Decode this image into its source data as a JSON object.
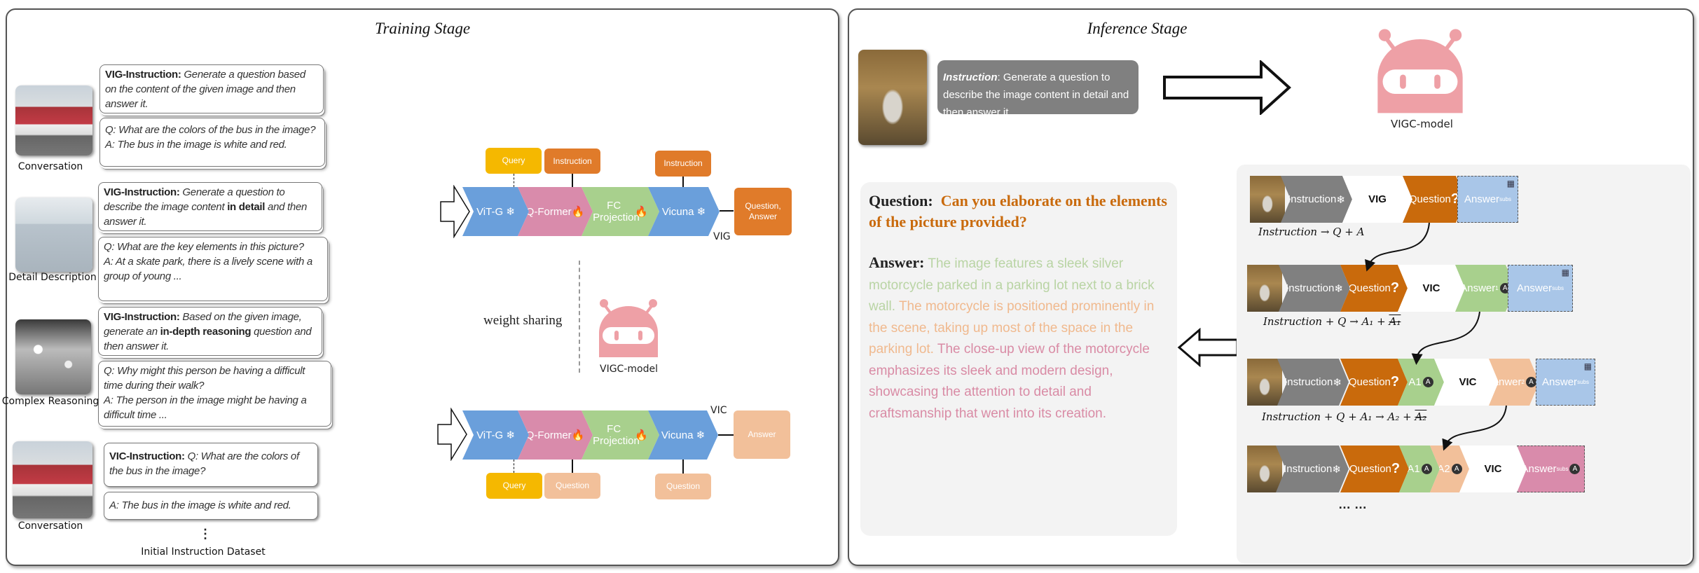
{
  "training": {
    "title": "Training Stage",
    "samples": [
      {
        "caption": "Conversation",
        "instr_prefix": "VIG-Instruction:",
        "instr_parts": [
          "Generate a question based on the content of the given image and then answer it.",
          "",
          ""
        ],
        "q": "Q: What are the colors of the bus in the image?",
        "a": "A:  The bus in the image is white and red."
      },
      {
        "caption": "Detail Description",
        "instr_prefix": "VIG-Instruction:",
        "instr_parts": [
          "Generate a question to describe the image content ",
          "in detail",
          " and then answer it."
        ],
        "q": "Q: What are the key elements in this picture?",
        "a": "A:  At a skate park, there is a lively scene with a group of young ..."
      },
      {
        "caption": "Complex Reasoning",
        "instr_prefix": "VIG-Instruction:",
        "instr_parts": [
          "Based on the given image, generate an ",
          "in-depth reasoning",
          " question and then answer it."
        ],
        "q": "Q: Why might this person be having a difficult time during their walk?",
        "a": "A: The person in the image might be having a difficult time ..."
      },
      {
        "caption": "Conversation",
        "instr_prefix": "VIC-Instruction:",
        "instr_parts": [
          "Q: What are the colors of the bus in the image?",
          "",
          ""
        ],
        "q": "",
        "a": "A:  The bus in the image is white and red."
      }
    ],
    "dots": "⋮",
    "dataset_label": "Initial  Instruction Dataset",
    "pipeline_stages": [
      "ViT-G",
      "Q-Former",
      "FC Projection",
      "Vicuna"
    ],
    "vig": {
      "label": "VIG",
      "inputs": [
        "Query",
        "Instruction",
        "Instruction"
      ],
      "output": "Question, Answer"
    },
    "vic": {
      "label": "VIC",
      "inputs": [
        "Query",
        "Question",
        "Question"
      ],
      "output": "Answer"
    },
    "weight_sharing": "weight sharing",
    "model_name": "VIGC-model"
  },
  "inference": {
    "title": "Inference Stage",
    "instruction_label": "Instruction",
    "instruction_text": ": Generate a question to describe the image content in detail and then answer it.",
    "model_name": "VIGC-model",
    "question_label": "Question:",
    "question_text": "Can you elaborate on the elements of the picture provided?",
    "answer_label": "Answer:",
    "answer_parts": [
      "The image features a sleek silver motorcycle parked in a parking lot next to a brick wall.",
      " The motorcycle is positioned prominently in the scene, taking up most of the space in the parking lot.",
      " The close-up view of the motorcycle emphasizes its sleek and modern design, showcasing the attention to detail and craftsmanship that went into its creation."
    ],
    "rows": [
      {
        "segments": [
          "Instruction",
          "VIG",
          "Question",
          "Answer"
        ],
        "formula": "Instruction → Q + A",
        "formula_over": ""
      },
      {
        "segments": [
          "Instruction",
          "Question",
          "VIC",
          "Answer",
          "Answer"
        ],
        "formula": "Instruction + Q → A₁ + ",
        "formula_over": "A₁"
      },
      {
        "segments": [
          "Instruction",
          "Question",
          "A1",
          "VIC",
          "Anwer",
          "Answer"
        ],
        "formula": "Instruction + Q + A₁ → A₂ + ",
        "formula_over": "A₂"
      },
      {
        "segments": [
          "Instruction",
          "Question",
          "A1",
          "A2",
          "VIC",
          "Answer"
        ]
      }
    ],
    "sub_subs": "subs",
    "sub_1": "1",
    "sub_2": "2",
    "badge": "A",
    "question_mark": "?",
    "ellipsis": "… …"
  },
  "colors": {
    "blue": "#6a9fdb",
    "pink": "#d98bab",
    "green": "#a8d08d",
    "orange": "#e07b2a",
    "yellow": "#f5b800",
    "peach": "#f2c09a",
    "gray": "#808080",
    "qorange": "#c96a0c",
    "robot": "#eea0a6"
  }
}
